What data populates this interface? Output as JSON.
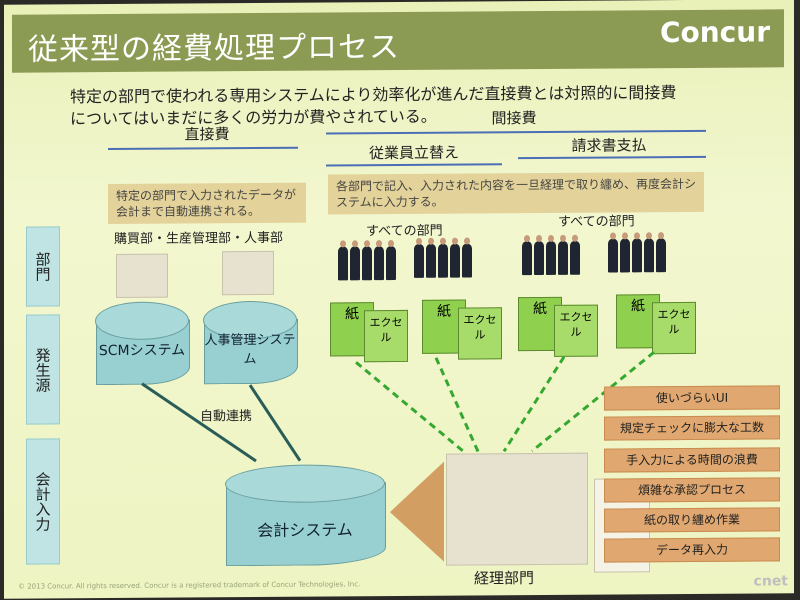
{
  "title": "従来型の経費処理プロセス",
  "logo": "Concur",
  "subtitle": "特定の部門で使われる専用システムにより効率化が進んだ直接費とは対照的に間接費についてはいまだに多くの労力が費やされている。",
  "headers": {
    "direct": "直接費",
    "indirect": "間接費",
    "employee": "従業員立替え",
    "invoice": "請求書支払"
  },
  "notes": {
    "direct": "特定の部門で入力されたデータが会計まで自動連携される。",
    "indirect": "各部門で記入、入力された内容を一旦経理で取り纏め、再度会計システムに入力する。"
  },
  "side_labels": [
    "部門",
    "発生源",
    "会計入力"
  ],
  "dept_label": "購買部・生産管理部・人事部",
  "all_dept_1": "すべての部門",
  "all_dept_2": "すべての部門",
  "systems": {
    "scm": "SCMシステム",
    "hr": "人事管理システム",
    "accounting": "会計システム"
  },
  "auto_link": "自動連携",
  "paper": "紙",
  "excel": "エクセル",
  "accounting_dept": "経理部門",
  "issues": [
    "使いづらいUI",
    "規定チェックに膨大な工数",
    "手入力による時間の浪費",
    "煩雑な承認プロセス",
    "紙の取り纏め作業",
    "データ再入力"
  ],
  "copyright": "© 2013 Concur. All rights reserved. Concur is a registered trademark of Concur Technologies, Inc.",
  "watermark": "cnet"
}
